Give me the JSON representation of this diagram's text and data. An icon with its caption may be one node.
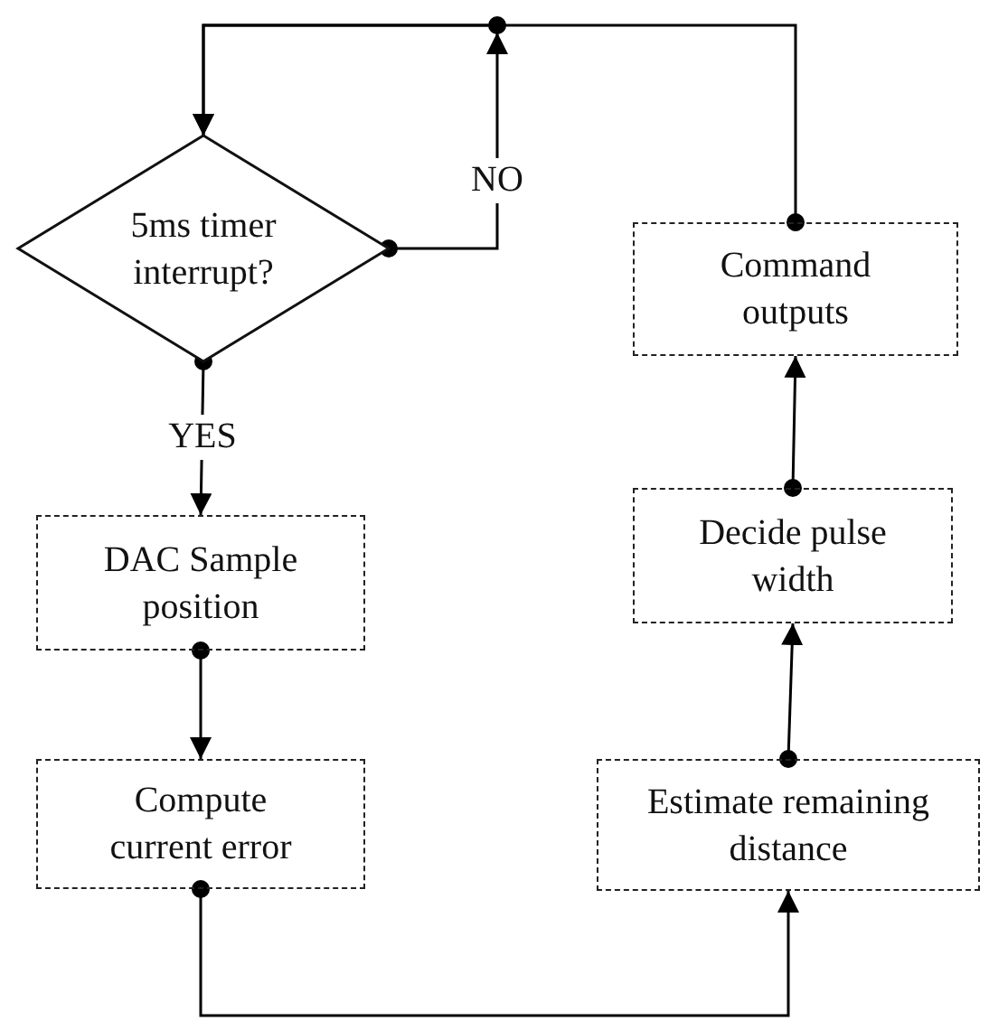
{
  "diagram": {
    "nodes": [
      {
        "text": [
          "5ms timer interrupt?"
        ]
      },
      {
        "text": [
          "DAC Sample position"
        ]
      },
      {
        "text": [
          "Compute current error"
        ]
      },
      {
        "text": [
          "Estimate remaining distance"
        ]
      },
      {
        "text": [
          "Decide pulse width"
        ]
      },
      {
        "text": [
          "Command outputs"
        ]
      }
    ],
    "edges": [
      {
        "from": 0,
        "to": 1,
        "arrow": "to",
        "label": "YES"
      },
      {
        "from": 1,
        "to": 2,
        "arrow": "to"
      },
      {
        "from": 2,
        "to": 3,
        "arrow": "to"
      },
      {
        "from": 3,
        "to": 4,
        "arrow": "to"
      },
      {
        "from": 4,
        "to": 5,
        "arrow": "to"
      },
      {
        "from": 5,
        "to": 0,
        "arrow": "to"
      },
      {
        "from": 0,
        "to": 0,
        "arrow": "to",
        "label": "NO"
      }
    ]
  }
}
